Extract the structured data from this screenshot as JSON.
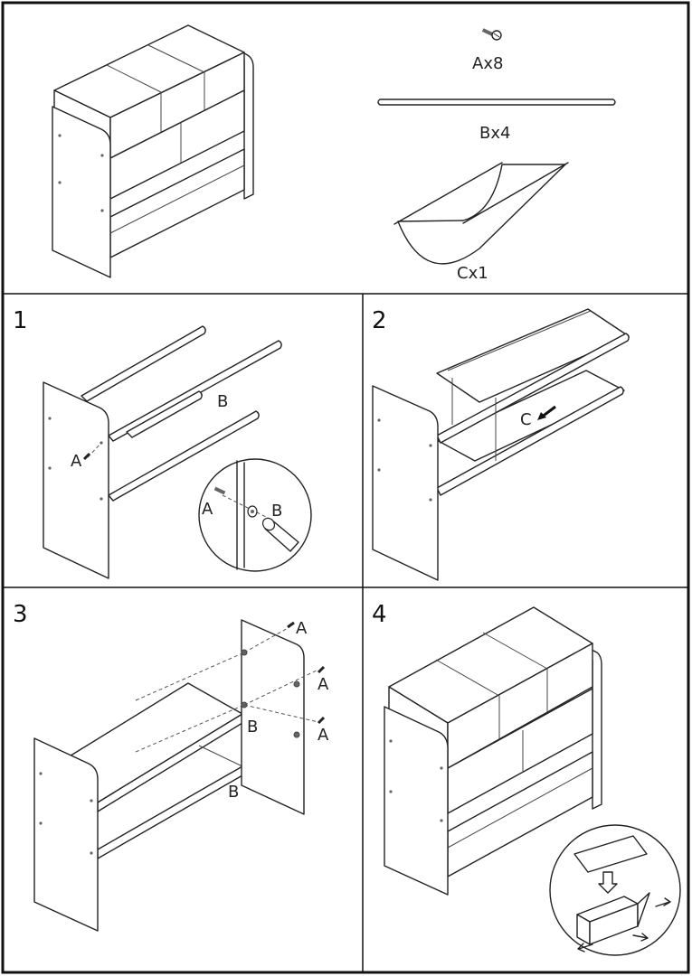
{
  "parts": {
    "screw_label": "Ax8",
    "rod_label": "Bx4",
    "fabric_label": "Cx1"
  },
  "steps": [
    {
      "number": "1",
      "labels": [
        "A",
        "B",
        "A",
        "B"
      ]
    },
    {
      "number": "2",
      "labels": [
        "C"
      ]
    },
    {
      "number": "3",
      "labels": [
        "A",
        "A",
        "A",
        "B",
        "B"
      ]
    },
    {
      "number": "4",
      "labels": []
    }
  ]
}
